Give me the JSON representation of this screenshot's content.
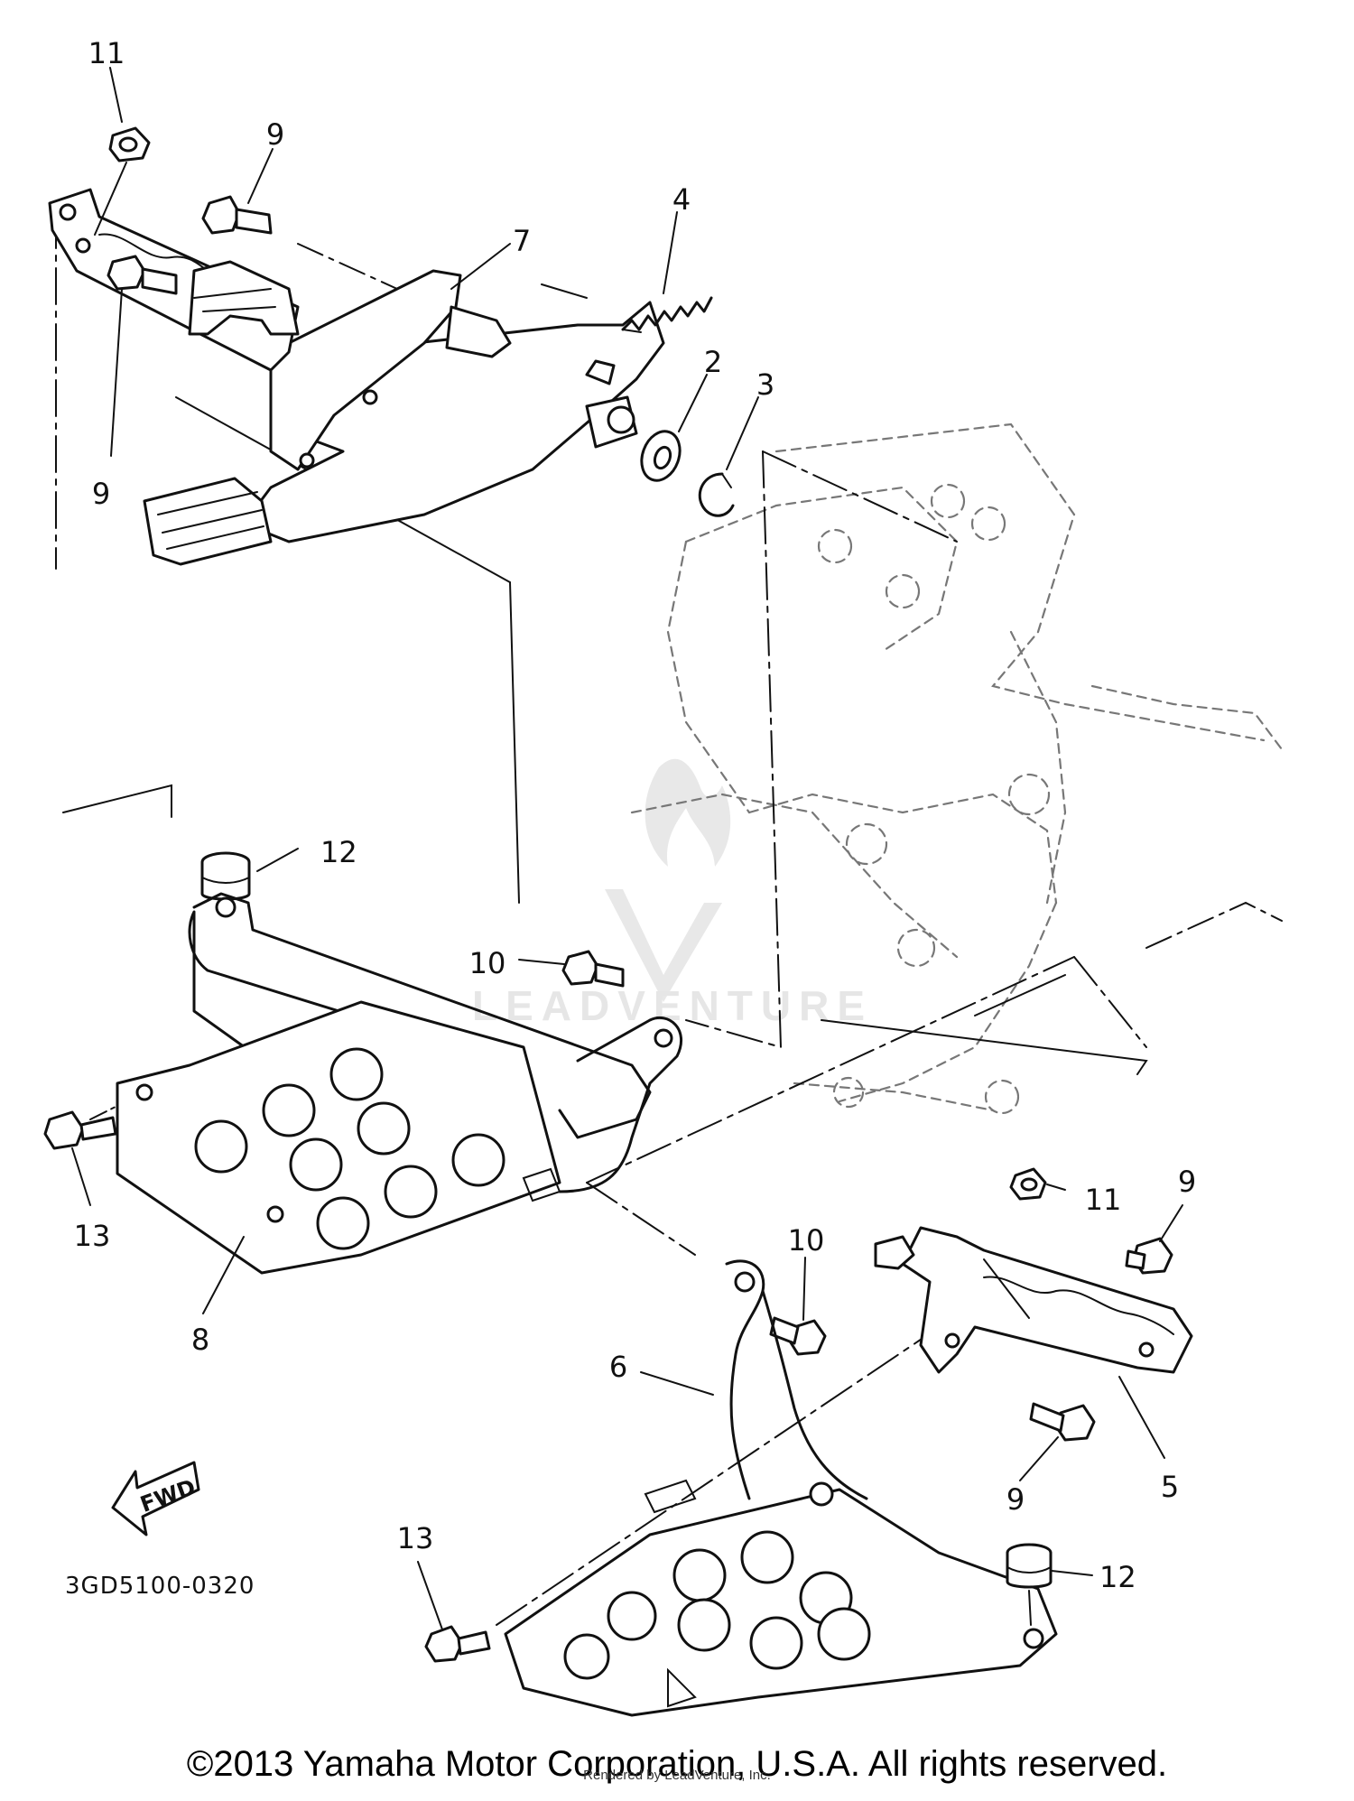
{
  "callouts": [
    "11",
    "9",
    "4",
    "7",
    "2",
    "3",
    "9",
    "12",
    "10",
    "13",
    "8",
    "11",
    "9",
    "10",
    "6",
    "9",
    "5",
    "13",
    "12"
  ],
  "diagram_code": "3GD5100-0320",
  "direction_label": "FWD",
  "watermark": "LEADVENTURE",
  "footer": {
    "copyright": "©2013 Yamaha Motor Corporation, U.S.A. All rights reserved.",
    "rendered_by": "Rendered by LeadVenture, Inc."
  }
}
